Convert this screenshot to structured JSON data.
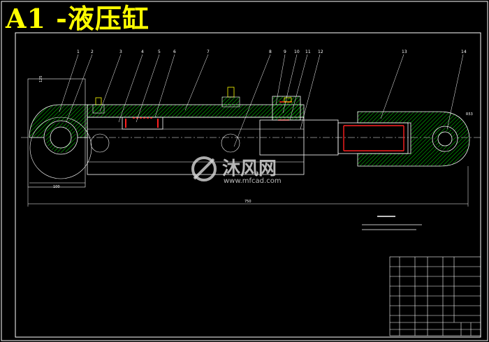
{
  "sheet": {
    "title": "A1 -液压缸",
    "overall_length": "750",
    "left_dim": "125",
    "bottom_left_dim": "100",
    "right_dim": "R53",
    "part_numbers": [
      "1",
      "2",
      "3",
      "4",
      "5",
      "6",
      "7",
      "8",
      "9",
      "10",
      "11",
      "12",
      "13",
      "14"
    ]
  },
  "watermark": {
    "brand": "沐风网",
    "url": "www.mfcad.com"
  },
  "colors": {
    "background": "#000000",
    "line": "#ffffff",
    "hatch": "#00c000",
    "seal": "#ff2020",
    "title": "#ffff00",
    "bolt": "#ffff00"
  }
}
